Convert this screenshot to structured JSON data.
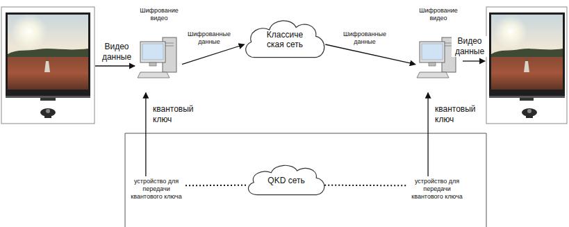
{
  "diagram": {
    "nodes": [
      {
        "text": [
          "Шифрование видео"
        ]
      },
      {
        "text": [
          "Классиче ская сеть"
        ]
      },
      {
        "text": [
          "Шифрование видео"
        ]
      },
      {
        "text": [
          "устройство для передачи квантового ключа"
        ]
      },
      {
        "text": [
          "QKD сеть"
        ]
      },
      {
        "text": [
          "устройство для передачи квантового ключа"
        ]
      }
    ],
    "edges": [
      {
        "from": 0,
        "to": 1,
        "arrow": "to",
        "label": "Шифрованные данные"
      },
      {
        "from": 1,
        "to": 2,
        "arrow": "to",
        "label": "Шифрованные данные"
      },
      {
        "from": 3,
        "to": 0,
        "arrow": "to",
        "label": "квантовый ключ"
      },
      {
        "from": 5,
        "to": 2,
        "arrow": "to",
        "label": "квантовый ключ"
      },
      {
        "from": 3,
        "to": 4,
        "arrow": "none"
      },
      {
        "from": 4,
        "to": 5,
        "arrow": "none"
      }
    ],
    "labels": [
      "Видео данные",
      "Видео данные"
    ]
  }
}
